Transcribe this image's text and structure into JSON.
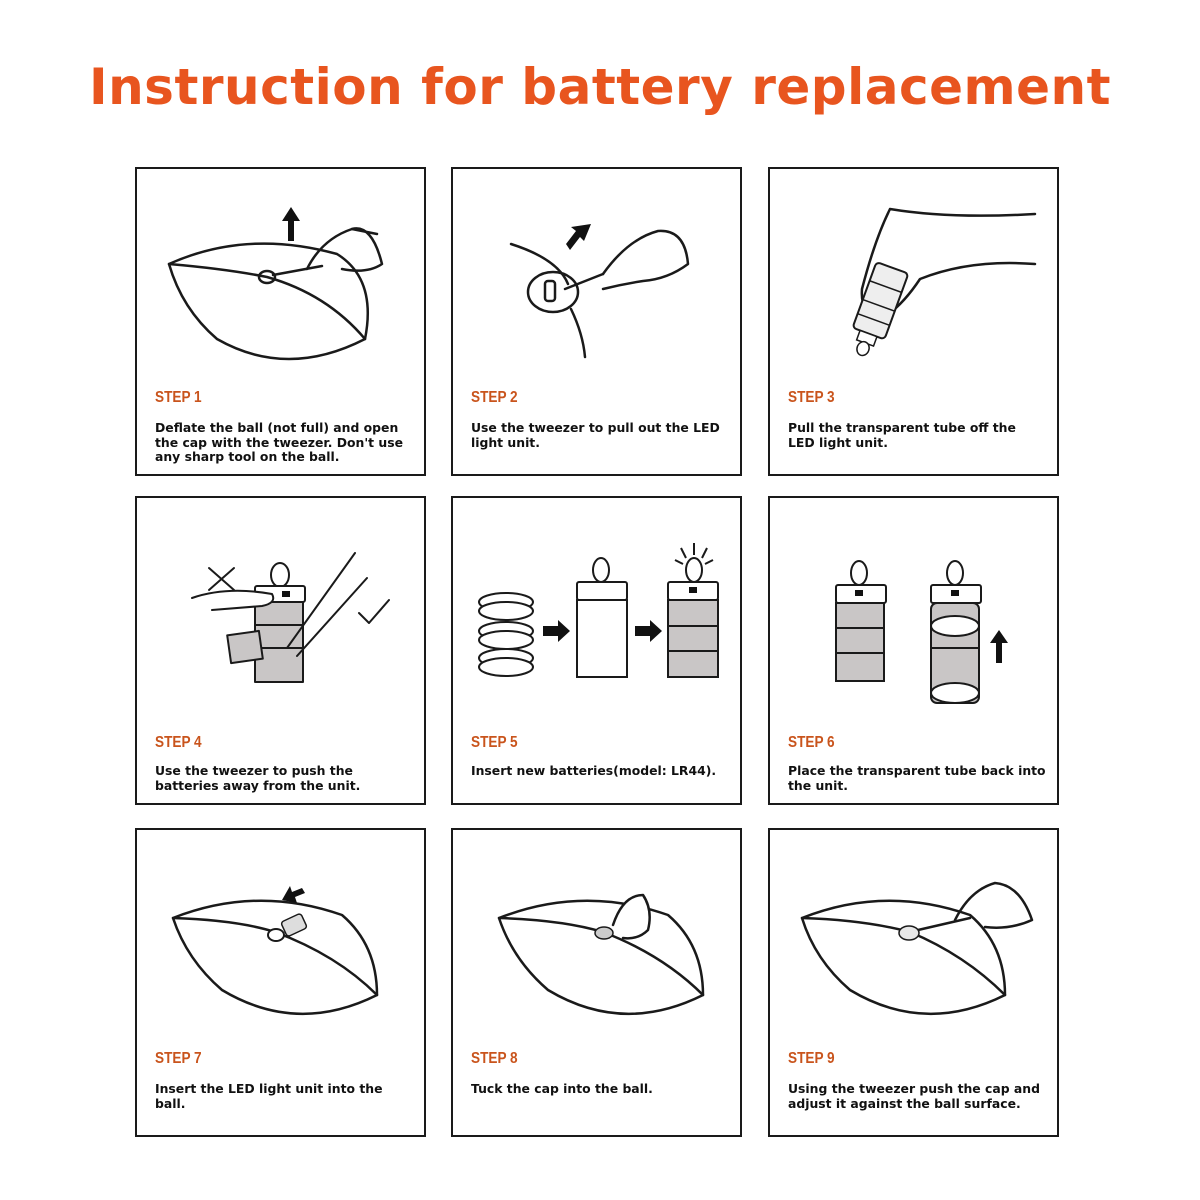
{
  "title": "Instruction for battery replacement",
  "steps": [
    {
      "label": "STEP 1",
      "text": "Deflate the ball (not full) and open the cap with the tweezer. Don't use any sharp tool on the ball."
    },
    {
      "label": "STEP 2",
      "text": "Use the tweezer to pull out the LED light unit."
    },
    {
      "label": "STEP 3",
      "text": "Pull the transparent tube off the LED light unit."
    },
    {
      "label": "STEP 4",
      "text": "Use the tweezer to push the batteries away from the unit."
    },
    {
      "label": "STEP 5",
      "text": "Insert new batteries(model: LR44)."
    },
    {
      "label": "STEP 6",
      "text": "Place the transparent tube back into the unit."
    },
    {
      "label": "STEP 7",
      "text": "Insert the LED light unit into the ball."
    },
    {
      "label": "STEP 8",
      "text": "Tuck the cap into the ball."
    },
    {
      "label": "STEP 9",
      "text": "Using the tweezer push the cap and adjust it against the ball surface."
    }
  ],
  "colors": {
    "title": "#e8551f",
    "step_label": "#c9541c",
    "line": "#1a1a1a",
    "battery_fill": "#c9c6c6"
  }
}
